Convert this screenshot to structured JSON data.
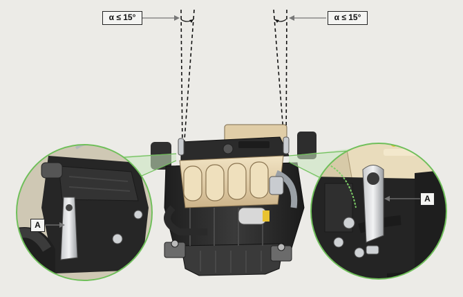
{
  "angle_labels": {
    "left": "α ≤ 15°",
    "right": "α ≤ 15°"
  },
  "callouts": {
    "left": "A",
    "right": "A"
  },
  "colors": {
    "background": "#ecebe7",
    "zoom_ring": "#6fbf5a",
    "engine_cover": "#e6d3ad",
    "engine_block": "#2b2b2b"
  }
}
